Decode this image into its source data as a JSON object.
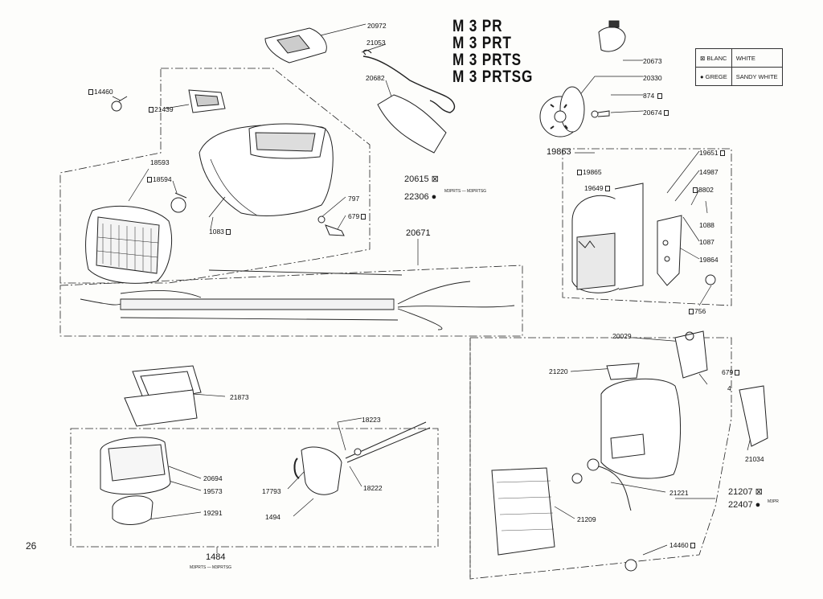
{
  "models": [
    "M 3 PR",
    "M 3 PRT",
    "M 3 PRTS",
    "M 3 PRTSG"
  ],
  "legend": {
    "rows": [
      {
        "symbol": "⊠",
        "fr": "BLANC",
        "en": "WHITE"
      },
      {
        "symbol": "●",
        "fr": "GREGE",
        "en": "SANDY WHITE"
      }
    ]
  },
  "page_number": "26",
  "parts": {
    "p20972": "20972",
    "p21053": "21053",
    "p20682": "20682",
    "p14460a": "14460",
    "p21439": "21439",
    "p18593": "18593",
    "p18594": "18594",
    "p1083": "1083",
    "p797": "797",
    "p679a": "679",
    "p20615": "20615",
    "p22306": "22306",
    "p20671": "20671",
    "p20673": "20673",
    "p20330": "20330",
    "p874": "874",
    "p20674": "20674",
    "p19863": "19863",
    "p19865": "19865",
    "p19649": "19649",
    "p19651": "19651",
    "p14987": "14987",
    "p8802": "8802",
    "p1088": "1088",
    "p1087": "1087",
    "p19864": "19864",
    "p756": "756",
    "p20029": "20029",
    "p21220": "21220",
    "p679b": "679",
    "p4": "4",
    "p21034": "21034",
    "p21873": "21873",
    "p18223": "18223",
    "p18222": "18222",
    "p17793": "17793",
    "p1494": "1494",
    "p20694": "20694",
    "p19573": "19573",
    "p19291": "19291",
    "p1484": "1484",
    "p21221": "21221",
    "p21209": "21209",
    "p21207": "21207",
    "p22407": "22407",
    "p14460b": "14460"
  },
  "notes": {
    "n_m3prts": "M3PRTS — M3PRTSG",
    "n_1484": "M3PRTS — M3PRTSG",
    "n_m3pr": "M3PR"
  }
}
